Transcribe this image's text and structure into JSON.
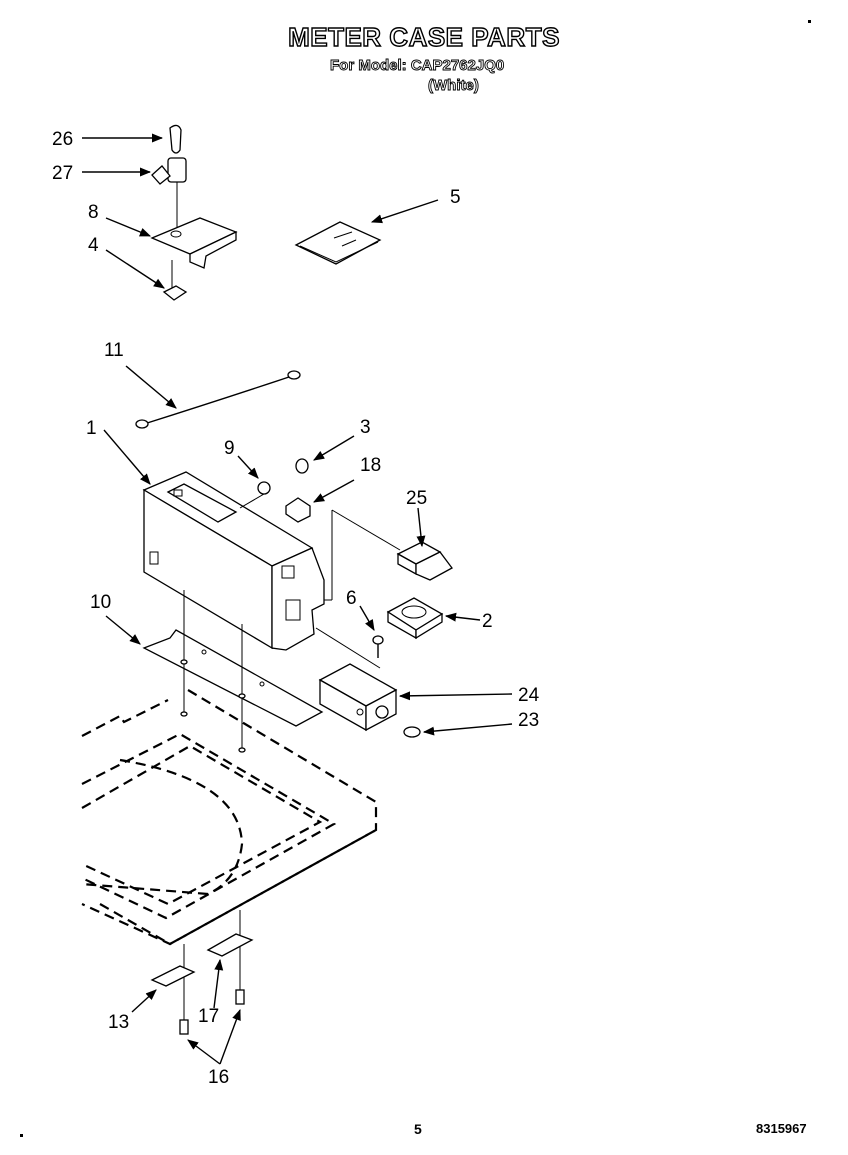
{
  "header": {
    "title": "METER CASE PARTS",
    "model_line": "For Model: CAP2762JQ0",
    "color_line": "(White)"
  },
  "callouts": {
    "c26": "26",
    "c27": "27",
    "c8": "8",
    "c4": "4",
    "c5": "5",
    "c11": "11",
    "c1": "1",
    "c9": "9",
    "c3": "3",
    "c18": "18",
    "c25": "25",
    "c2": "2",
    "c6": "6",
    "c10": "10",
    "c24": "24",
    "c23": "23",
    "c13": "13",
    "c17": "17",
    "c16": "16"
  },
  "footer": {
    "page_number": "5",
    "doc_code": "8315967"
  }
}
